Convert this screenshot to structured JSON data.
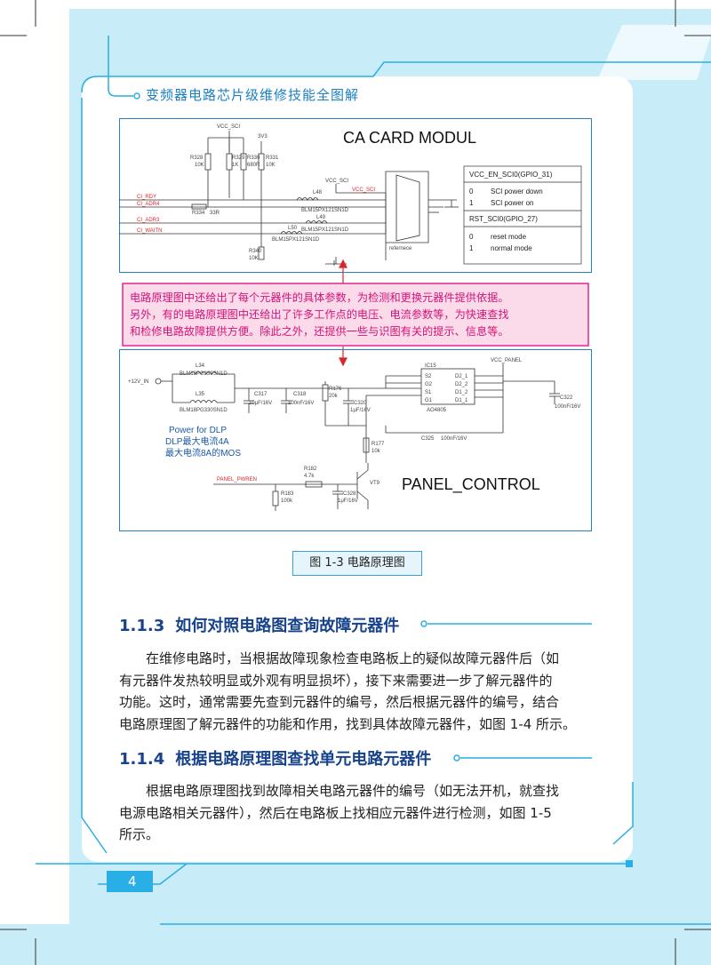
{
  "header": {
    "book_title": "变频器电路芯片级维修技能全图解"
  },
  "figure": {
    "caption": "图 1-3   电路原理图",
    "top_block": {
      "title": "CA CARD MODUL",
      "labels": {
        "vcc_sci": "VCC_SCI",
        "v3v3": "3V3",
        "r328": "R328",
        "r328_val": "10K",
        "r329": "R329",
        "r329_val": "1K",
        "r330": "R330",
        "r330_val": "680R",
        "r331": "R331",
        "r331_val": "10K",
        "ci_rdy": "CI_RDY",
        "ci_adr4": "CI_ADR4",
        "ci_adr3": "CI_ADR3",
        "ci_waitn": "CI_WAITN",
        "r334": "R334",
        "r334_val": "33R",
        "l48": "L48",
        "l48_part": "BLM15PX121SN1D",
        "l49": "L49",
        "l49_part": "BLM15PX121SN1D",
        "l50": "L50",
        "l50_part": "BLM15PX121SN1D",
        "r340": "R340",
        "r340_val": "10K",
        "vcc_sci2": "VCC_SCI",
        "vcc_sci_red": "VCC_SCI",
        "refernece": "refernece"
      },
      "table": {
        "row1": "VCC_EN_SCI0(GPIO_31)",
        "r2_key": "0",
        "r2_val": "SCI power down",
        "r3_key": "1",
        "r3_val": "SCI power on",
        "row4": "RST_SCI0(GPIO_27)",
        "r5_key": "0",
        "r5_val": "reset mode",
        "r6_key": "1",
        "r6_val": "normal mode"
      }
    },
    "note_lines": [
      "电路原理图中还给出了每个元器件的具体参数，为检测和更换元器件提供依据。",
      "另外，有的电路原理图中还给出了许多工作点的电压、电流参数等，为快速查找",
      "和检修电路故障提供方便。除此之外，还提供一些与识图有关的提示、信息等。"
    ],
    "bottom_block": {
      "title": "PANEL_CONTROL",
      "labels": {
        "v12_in": "+12V_IN",
        "l34": "L34",
        "l34_part": "BLM18PG330SN1D",
        "l35": "L35",
        "l35_part": "BLM18PG330SN1D",
        "c317": "C317",
        "c317_val": "10μF/16V",
        "c318": "C318",
        "c318_val": "100nF/16V",
        "r176": "R176",
        "r176_val": "20k",
        "c320": "C320",
        "c320_val": "1μF/16V",
        "ic15": "IC15",
        "ao4805": "AO4805",
        "pin_s2": "S2",
        "pin_g2": "G2",
        "pin_s1": "S1",
        "pin_g1": "G1",
        "pin_d2_1": "D2_1",
        "pin_d2_2": "D2_2",
        "pin_d1_2": "D1_2",
        "pin_d1_1": "D1_1",
        "vcc_panel": "VCC_PANEL",
        "c322": "C322",
        "c322_val": "100nF/16V",
        "c325": "C325",
        "c325_val": "100nF/16V",
        "r177": "R177",
        "r177_val": "10k",
        "power_note_1": "Power for DLP",
        "power_note_2": "DLP最大电流4A",
        "power_note_3": "最大电流8A的MOS",
        "r182": "R182",
        "r182_val": "4.7k",
        "panel_pwren": "PANEL_PWREN",
        "r183": "R183",
        "r183_val": "100k",
        "c328": "C328",
        "c328_val": "1μF/16V",
        "vt9": "VT9"
      }
    }
  },
  "section_113": {
    "number": "1.1.3",
    "title": "如何对照电路图查询故障元器件",
    "lines": [
      "在维修电路时，当根据故障现象检查电路板上的疑似故障元器件后（如",
      "有元器件发热较明显或外观有明显损坏），接下来需要进一步了解元器件的",
      "功能。这时，通常需要先查到元器件的编号，然后根据元器件的编号，结合",
      "电路原理图了解元器件的功能和作用，找到具体故障元器件，如图 1-4 所示。"
    ]
  },
  "section_114": {
    "number": "1.1.4",
    "title": "根据电路原理图查找单元电路元器件",
    "lines": [
      "根据电路原理图找到故障相关电路元器件的编号（如无法开机，就查找",
      "电源电路相关元器件），然后在电路板上找相应元器件进行检测，如图 1-5",
      "所示。"
    ]
  },
  "page_number": "4",
  "colors": {
    "accent_blue": "#29aee6",
    "heading_navy": "#17428c",
    "note_magenta": "#e0288a",
    "note_bg": "#fbdbe9"
  }
}
